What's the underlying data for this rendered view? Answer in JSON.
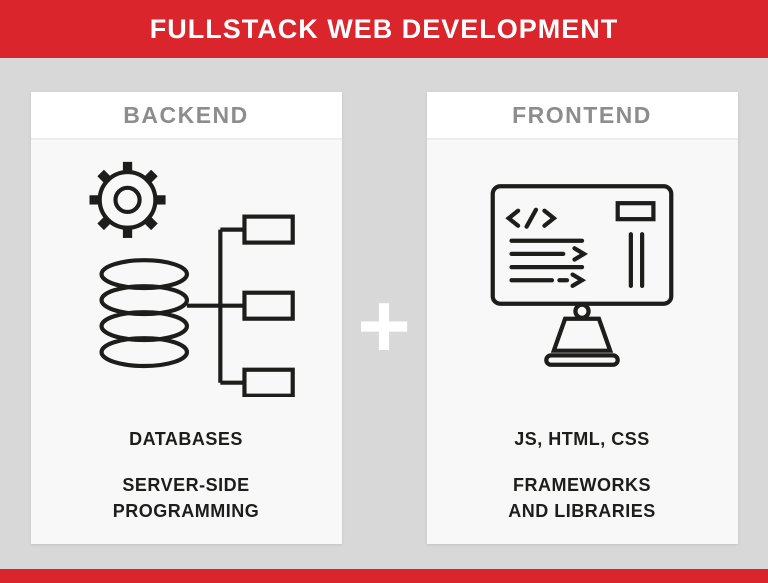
{
  "colors": {
    "accent_red": "#d9252b",
    "background_gray": "#d8d8d8",
    "card_header_text": "#8d8d8d",
    "body_text": "#1d1d1b",
    "card_background": "#f8f8f8"
  },
  "header": {
    "title": "FULLSTACK WEB DEVELOPMENT"
  },
  "plus": "+",
  "cards": {
    "backend": {
      "title": "BACKEND",
      "icon": "gear-database-flow-icon",
      "labels": [
        "DATABASES",
        "SERVER-SIDE\nPROGRAMMING"
      ]
    },
    "frontend": {
      "title": "FRONTEND",
      "icon": "monitor-code-icon",
      "labels": [
        "JS, HTML, CSS",
        "FRAMEWORKS\nAND LIBRARIES"
      ]
    }
  }
}
